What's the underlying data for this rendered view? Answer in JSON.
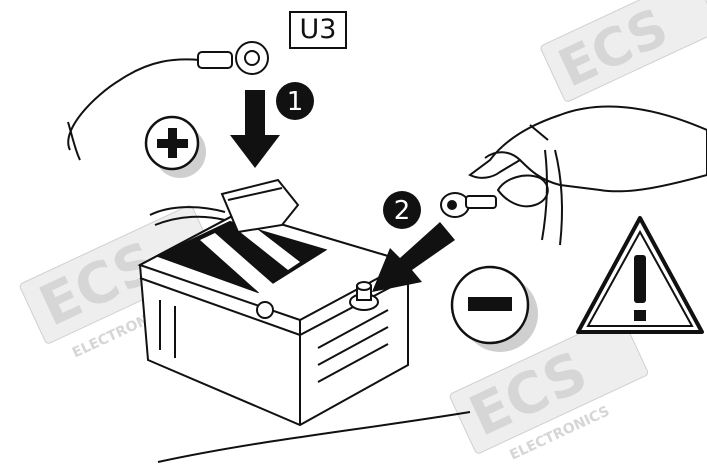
{
  "diagram": {
    "terminal_label": "U3",
    "step_1": "1",
    "step_2": "2",
    "positive_symbol": "plus-sign",
    "negative_symbol": "minus-sign",
    "warning_symbol": "exclamation-triangle",
    "watermark": "ECS ELECTRONICS"
  },
  "colors": {
    "ink": "#111111",
    "watermark": "#d9d9d9",
    "shadow": "#c8c8c8",
    "background": "#ffffff"
  }
}
